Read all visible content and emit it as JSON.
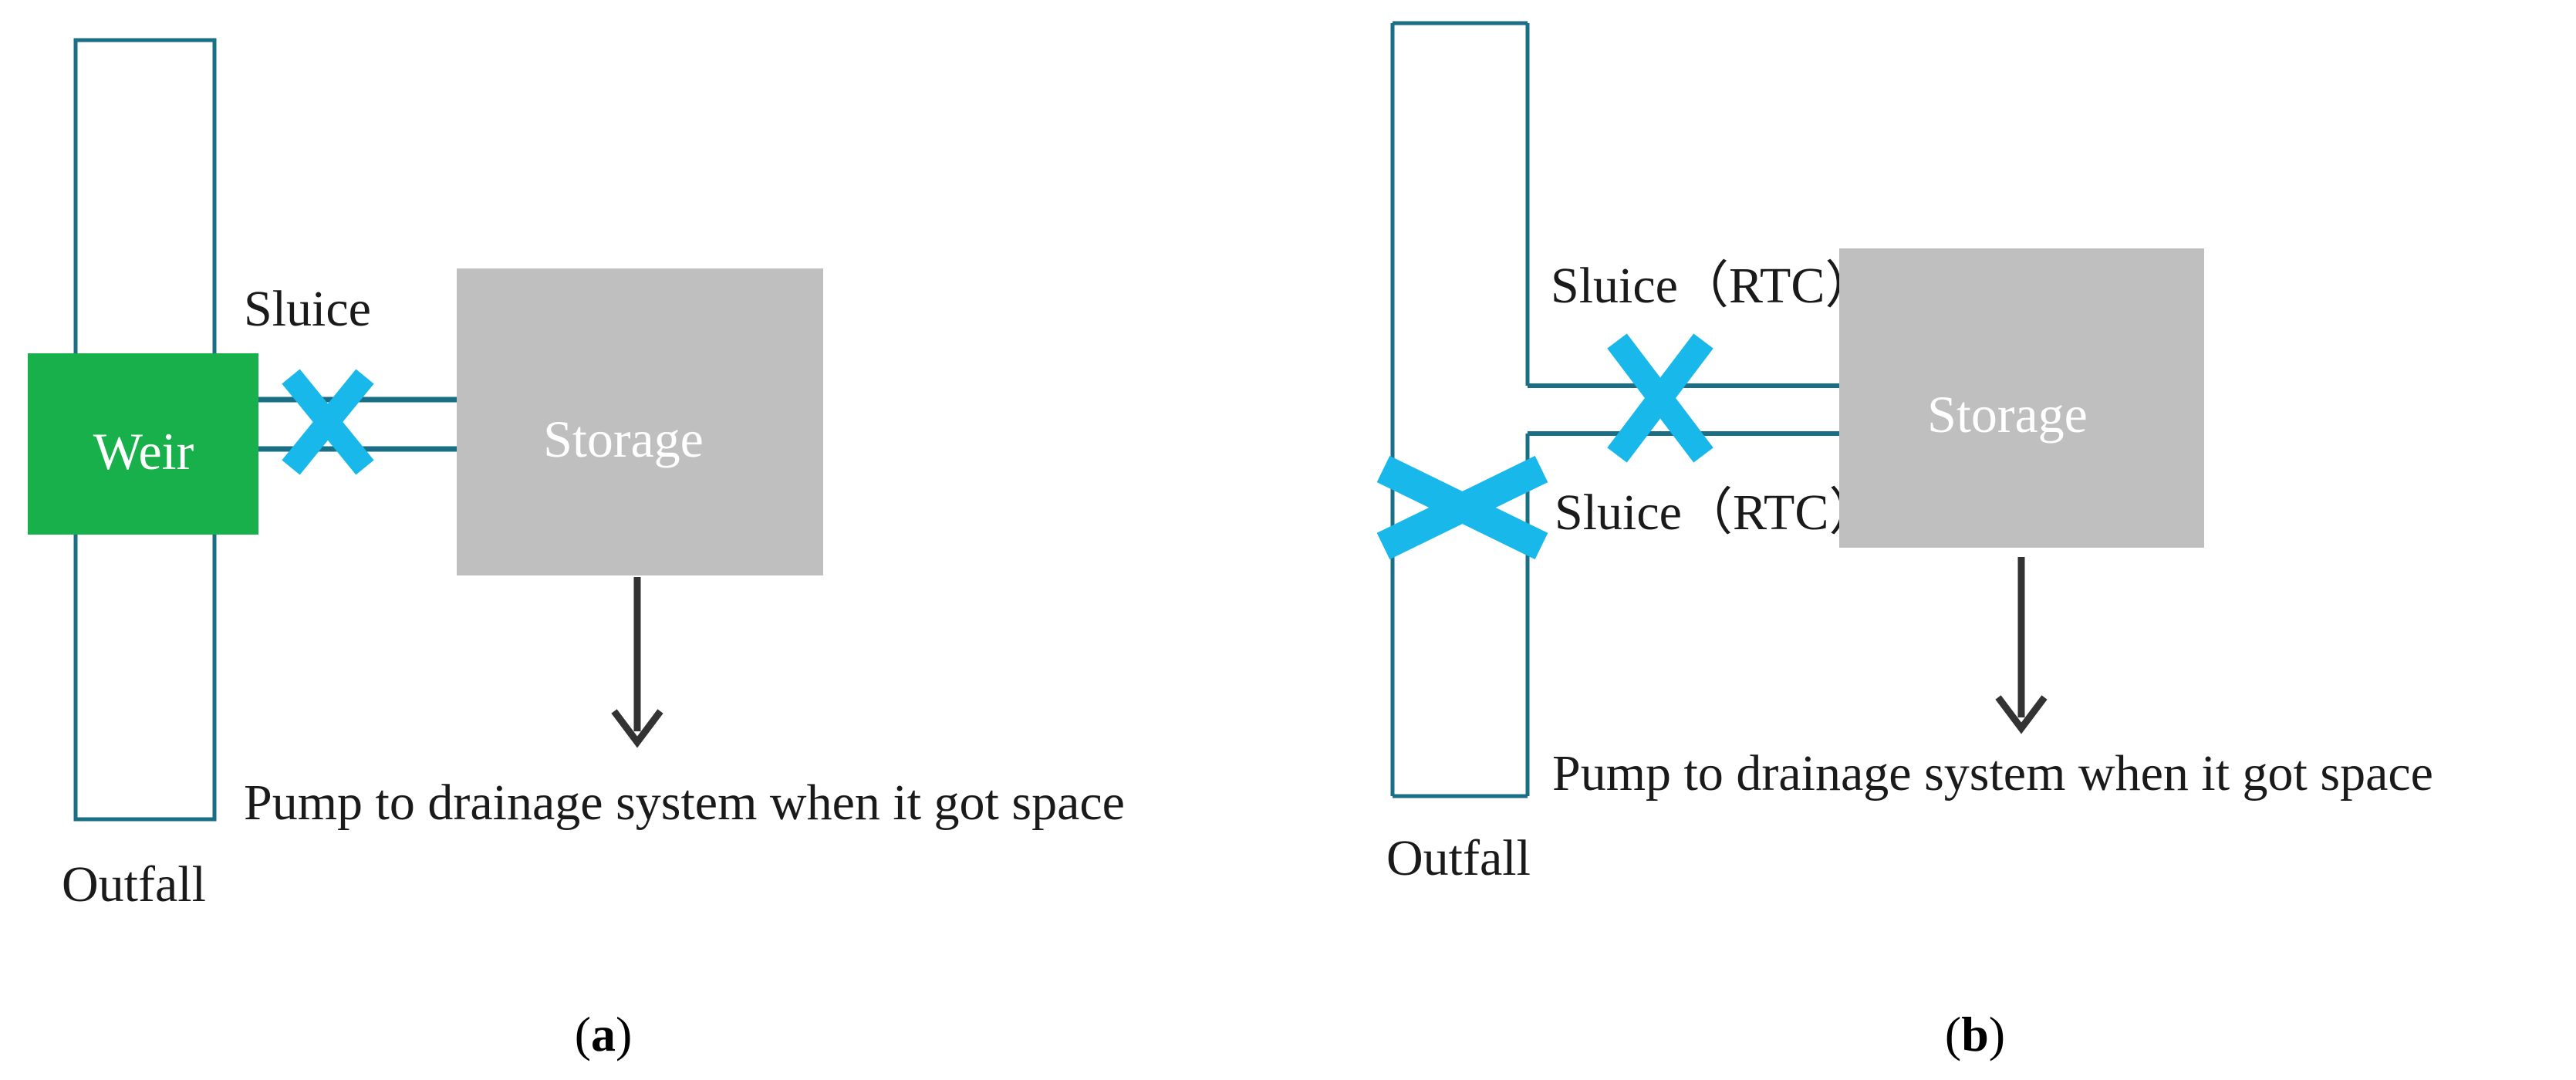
{
  "colors": {
    "outfall_stroke": "#1a6e86",
    "pipe_stroke": "#1a6e86",
    "weir_fill": "#18b04a",
    "storage_fill": "#bfbfbf",
    "sluice_color": "#19b8ea",
    "arrow_color": "#333333",
    "text_color": "#1a1a1a"
  },
  "panel_a": {
    "sluice_label": "Sluice",
    "weir_label": "Weir",
    "storage_label": "Storage",
    "pump_label": "Pump to drainage system when it got space",
    "outfall_label": "Outfall",
    "caption_open": "(",
    "caption_letter": "a",
    "caption_close": ")"
  },
  "panel_b": {
    "sluice_top_label": "Sluice（RTC）",
    "sluice_bottom_label": "Sluice（RTC）",
    "storage_label": "Storage",
    "pump_label": "Pump to drainage system when it got space",
    "outfall_label": "Outfall",
    "caption_open": "(",
    "caption_letter": "b",
    "caption_close": ")"
  }
}
